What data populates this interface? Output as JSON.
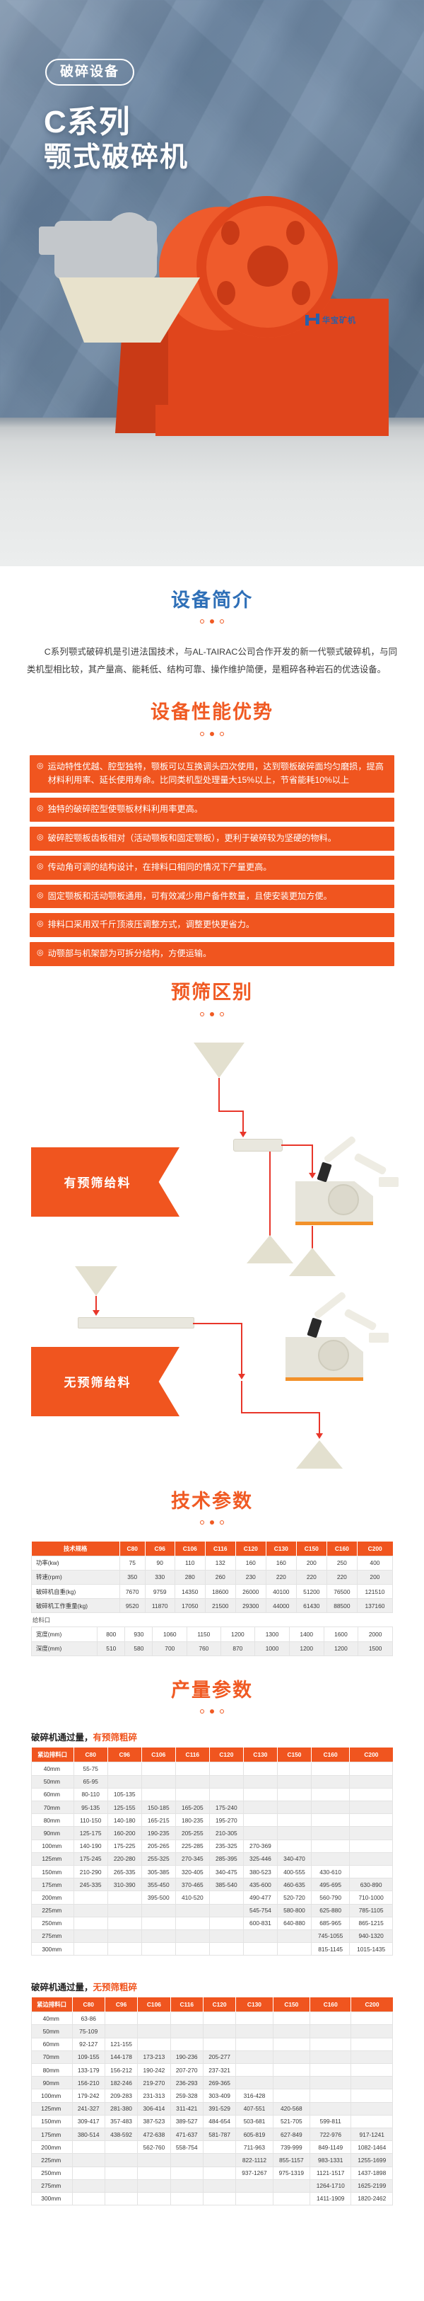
{
  "hero": {
    "badge": "破碎设备",
    "title_line1": "C系列",
    "title_line2": "颚式破碎机",
    "logo_text": "华宝矿机"
  },
  "intro": {
    "title": "设备简介",
    "paragraph": "C系列颚式破碎机是引进法国技术，与AL-TAIRAC公司合作开发的新一代颚式破碎机，与同类机型相比较，其产量高、能耗低、结构可靠、操作维护简便，是粗碎各种岩石的优选设备。"
  },
  "advantages": {
    "title": "设备性能优势",
    "marker": "◎",
    "items": [
      "运动特性优越、腔型独特，颚板可以互换调头四次使用，达到颚板破碎面均匀磨损，提高材料利用率、延长使用寿命。比同类机型处理量大15%以上，节省能耗10%以上",
      "独特的破碎腔型使颚板材料利用率更高。",
      "破碎腔颚板齿板相对（活动颚板和固定颚板），更利于破碎较为坚硬的物料。",
      "传动角可调的结构设计，在排料口相同的情况下产量更高。",
      "固定颚板和活动颚板通用，可有效减少用户备件数量，且使安装更加方便。",
      "排料口采用双千斤顶液压调整方式，调整更快更省力。",
      "动颚部与机架部为可拆分结构，方便运输。"
    ]
  },
  "flow": {
    "title": "预筛区别",
    "label_with": "有预筛给料",
    "label_without": "无预筛给料"
  },
  "tech": {
    "title": "技术参数",
    "headers": [
      "技术规格",
      "C80",
      "C96",
      "C106",
      "C116",
      "C120",
      "C130",
      "C150",
      "C160",
      "C200"
    ],
    "rows": [
      {
        "label": "功率(kw)",
        "values": [
          "75",
          "90",
          "110",
          "132",
          "160",
          "160",
          "200",
          "250",
          "400"
        ]
      },
      {
        "label": "转速(rpm)",
        "values": [
          "350",
          "330",
          "280",
          "260",
          "230",
          "220",
          "220",
          "220",
          "200"
        ]
      },
      {
        "label": "破碎机自重(kg)",
        "values": [
          "7670",
          "9759",
          "14350",
          "18600",
          "26000",
          "40100",
          "51200",
          "76500",
          "121510"
        ]
      },
      {
        "label": "破碎机工作重量(kg)",
        "values": [
          "9520",
          "11870",
          "17050",
          "21500",
          "29300",
          "44000",
          "61430",
          "88500",
          "137160"
        ]
      }
    ],
    "group_label": "给料口",
    "group_rows": [
      {
        "label": "宽度(mm)",
        "values": [
          "800",
          "930",
          "1060",
          "1150",
          "1200",
          "1300",
          "1400",
          "1600",
          "2000"
        ]
      },
      {
        "label": "深度(mm)",
        "values": [
          "510",
          "580",
          "700",
          "760",
          "870",
          "1000",
          "1200",
          "1200",
          "1500"
        ]
      }
    ]
  },
  "output": {
    "title": "产量参数",
    "table1": {
      "caption_prefix": "破碎机通过量，",
      "caption_accent": "有预筛粗碎",
      "headers": [
        "紧边排料口",
        "C80",
        "C96",
        "C106",
        "C116",
        "C120",
        "C130",
        "C150",
        "C160",
        "C200"
      ],
      "rows": [
        {
          "label": "40mm",
          "values": [
            "55-75",
            "",
            "",
            "",
            "",
            "",
            "",
            "",
            ""
          ]
        },
        {
          "label": "50mm",
          "values": [
            "65-95",
            "",
            "",
            "",
            "",
            "",
            "",
            "",
            ""
          ]
        },
        {
          "label": "60mm",
          "values": [
            "80-110",
            "105-135",
            "",
            "",
            "",
            "",
            "",
            "",
            ""
          ]
        },
        {
          "label": "70mm",
          "values": [
            "95-135",
            "125-155",
            "150-185",
            "165-205",
            "175-240",
            "",
            "",
            "",
            ""
          ]
        },
        {
          "label": "80mm",
          "values": [
            "110-150",
            "140-180",
            "165-215",
            "180-235",
            "195-270",
            "",
            "",
            "",
            ""
          ]
        },
        {
          "label": "90mm",
          "values": [
            "125-175",
            "160-200",
            "190-235",
            "205-255",
            "210-305",
            "",
            "",
            "",
            ""
          ]
        },
        {
          "label": "100mm",
          "values": [
            "140-190",
            "175-225",
            "205-265",
            "225-285",
            "235-325",
            "270-369",
            "",
            "",
            ""
          ]
        },
        {
          "label": "125mm",
          "values": [
            "175-245",
            "220-280",
            "255-325",
            "270-345",
            "285-395",
            "325-446",
            "340-470",
            "",
            ""
          ]
        },
        {
          "label": "150mm",
          "values": [
            "210-290",
            "265-335",
            "305-385",
            "320-405",
            "340-475",
            "380-523",
            "400-555",
            "430-610",
            ""
          ]
        },
        {
          "label": "175mm",
          "values": [
            "245-335",
            "310-390",
            "355-450",
            "370-465",
            "385-540",
            "435-600",
            "460-635",
            "495-695",
            "630-890"
          ]
        },
        {
          "label": "200mm",
          "values": [
            "",
            "",
            "395-500",
            "410-520",
            "",
            "490-477",
            "520-720",
            "560-790",
            "710-1000"
          ]
        },
        {
          "label": "225mm",
          "values": [
            "",
            "",
            "",
            "",
            "",
            "545-754",
            "580-800",
            "625-880",
            "785-1105"
          ]
        },
        {
          "label": "250mm",
          "values": [
            "",
            "",
            "",
            "",
            "",
            "600-831",
            "640-880",
            "685-965",
            "865-1215"
          ]
        },
        {
          "label": "275mm",
          "values": [
            "",
            "",
            "",
            "",
            "",
            "",
            "",
            "745-1055",
            "940-1320"
          ]
        },
        {
          "label": "300mm",
          "values": [
            "",
            "",
            "",
            "",
            "",
            "",
            "",
            "815-1145",
            "1015-1435"
          ]
        }
      ]
    },
    "table2": {
      "caption_prefix": "破碎机通过量，",
      "caption_accent": "无预筛粗碎",
      "headers": [
        "紧边排料口",
        "C80",
        "C96",
        "C106",
        "C116",
        "C120",
        "C130",
        "C150",
        "C160",
        "C200"
      ],
      "rows": [
        {
          "label": "40mm",
          "values": [
            "63-86",
            "",
            "",
            "",
            "",
            "",
            "",
            "",
            ""
          ]
        },
        {
          "label": "50mm",
          "values": [
            "75-109",
            "",
            "",
            "",
            "",
            "",
            "",
            "",
            ""
          ]
        },
        {
          "label": "60mm",
          "values": [
            "92-127",
            "121-155",
            "",
            "",
            "",
            "",
            "",
            "",
            ""
          ]
        },
        {
          "label": "70mm",
          "values": [
            "109-155",
            "144-178",
            "173-213",
            "190-236",
            "205-277",
            "",
            "",
            "",
            ""
          ]
        },
        {
          "label": "80mm",
          "values": [
            "133-179",
            "156-212",
            "190-242",
            "207-270",
            "237-321",
            "",
            "",
            "",
            ""
          ]
        },
        {
          "label": "90mm",
          "values": [
            "156-210",
            "182-246",
            "219-270",
            "236-293",
            "269-365",
            "",
            "",
            "",
            ""
          ]
        },
        {
          "label": "100mm",
          "values": [
            "179-242",
            "209-283",
            "231-313",
            "259-328",
            "303-409",
            "316-428",
            "",
            "",
            ""
          ]
        },
        {
          "label": "125mm",
          "values": [
            "241-327",
            "281-380",
            "306-414",
            "311-421",
            "391-529",
            "407-551",
            "420-568",
            "",
            ""
          ]
        },
        {
          "label": "150mm",
          "values": [
            "309-417",
            "357-483",
            "387-523",
            "389-527",
            "484-654",
            "503-681",
            "521-705",
            "599-811",
            ""
          ]
        },
        {
          "label": "175mm",
          "values": [
            "380-514",
            "438-592",
            "472-638",
            "471-637",
            "581-787",
            "605-819",
            "627-849",
            "722-976",
            "917-1241"
          ]
        },
        {
          "label": "200mm",
          "values": [
            "",
            "",
            "562-760",
            "558-754",
            "",
            "711-963",
            "739-999",
            "849-1149",
            "1082-1464"
          ]
        },
        {
          "label": "225mm",
          "values": [
            "",
            "",
            "",
            "",
            "",
            "822-1112",
            "855-1157",
            "983-1331",
            "1255-1699"
          ]
        },
        {
          "label": "250mm",
          "values": [
            "",
            "",
            "",
            "",
            "",
            "937-1267",
            "975-1319",
            "1121-1517",
            "1437-1898"
          ]
        },
        {
          "label": "275mm",
          "values": [
            "",
            "",
            "",
            "",
            "",
            "",
            "",
            "1264-1710",
            "1625-2199"
          ]
        },
        {
          "label": "300mm",
          "values": [
            "",
            "",
            "",
            "",
            "",
            "",
            "",
            "1411-1909",
            "1820-2462"
          ]
        }
      ]
    }
  }
}
